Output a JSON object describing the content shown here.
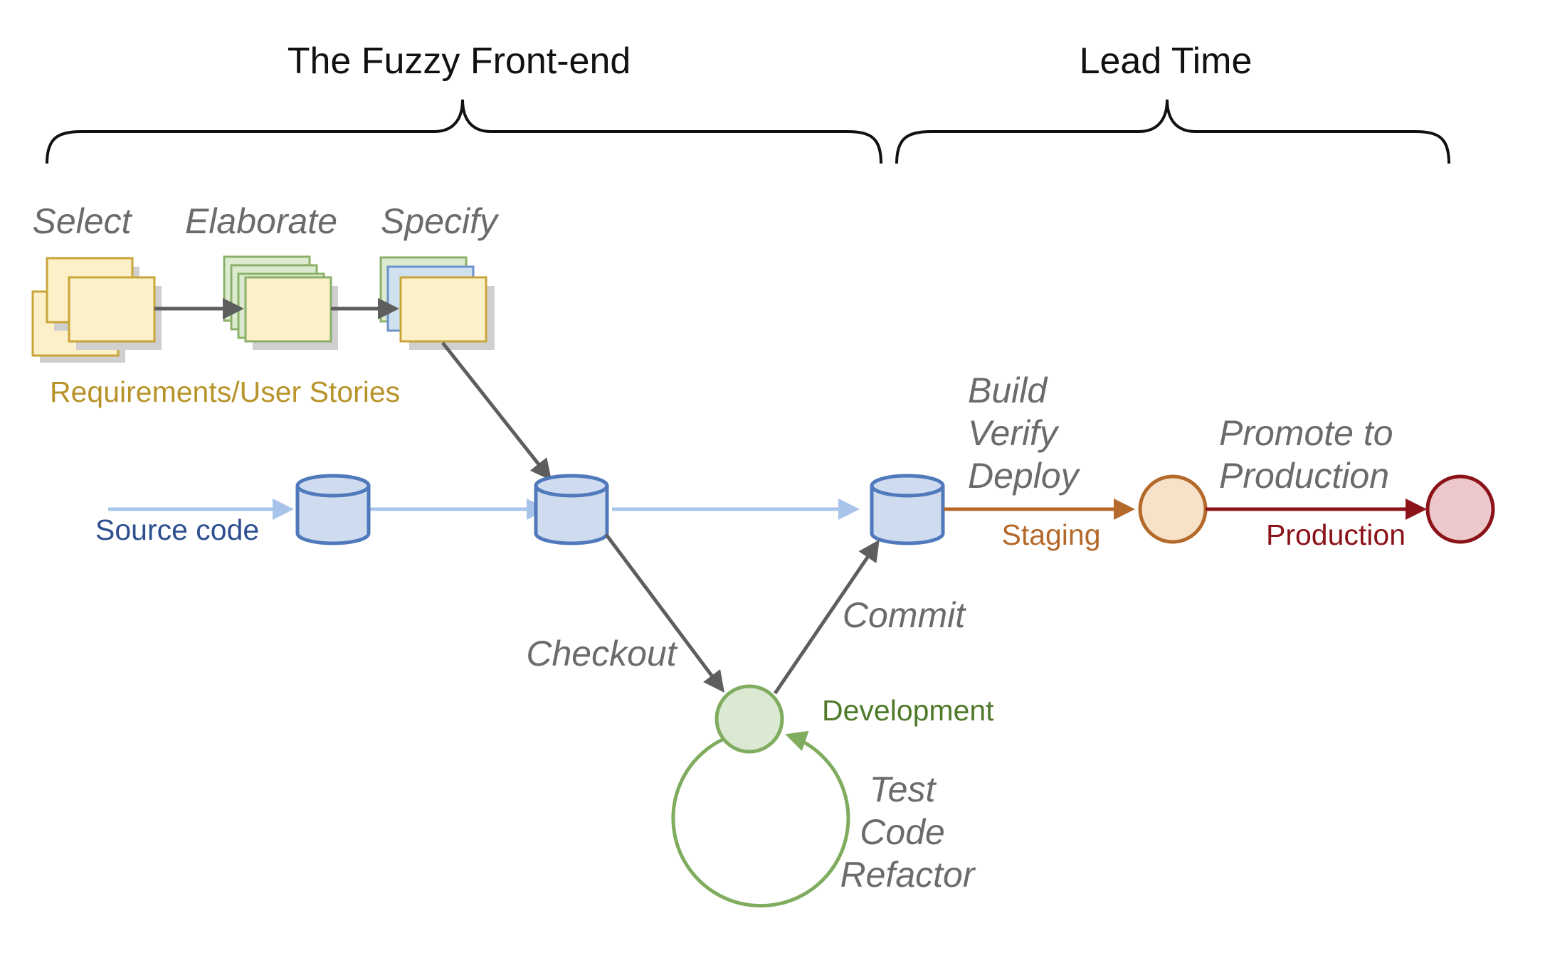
{
  "headings": {
    "fuzzy_front_end": "The Fuzzy Front-end",
    "lead_time": "Lead Time"
  },
  "steps": {
    "select": "Select",
    "elaborate": "Elaborate",
    "specify": "Specify",
    "build_lines": [
      "Build",
      "Verify",
      "Deploy"
    ],
    "promote_lines": [
      "Promote to",
      "Production"
    ],
    "checkout": "Checkout",
    "commit": "Commit",
    "loop_lines": [
      "Test",
      "Code",
      "Refactor"
    ]
  },
  "labels": {
    "requirements": "Requirements/User Stories",
    "source_code": "Source code",
    "staging": "Staging",
    "production": "Production",
    "development": "Development"
  },
  "colors": {
    "requirements_text": "#b8932a",
    "card_fill_yellow": "#fbf0c7",
    "card_border_yellow": "#c9a53a",
    "card_fill_green": "#dcebd0",
    "card_border_green": "#8bb06a",
    "card_border_blue": "#6d91c9",
    "source_text": "#2f4f8f",
    "repo_fill": "#cfdcf0",
    "repo_border": "#4f79bb",
    "source_line": "#a9c4ea",
    "gray_arrow": "#5e5e5e",
    "staging": "#b4692a",
    "staging_fill": "#f7e2c9",
    "production": "#8b1219",
    "production_fill": "#ecc8ca",
    "development": "#4f7a2a",
    "dev_fill": "#dbe8d2",
    "dev_border": "#7fac5e"
  }
}
